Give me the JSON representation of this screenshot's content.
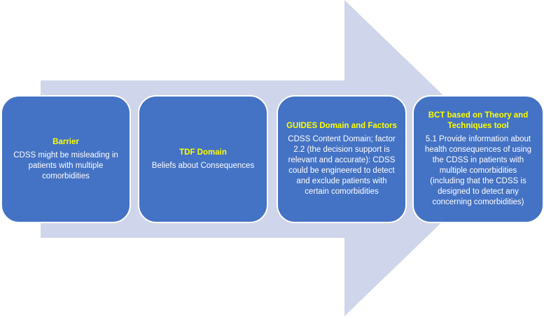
{
  "colors": {
    "arrow": "#cfd5ea",
    "card_fill": "#4472c4",
    "card_border": "#ffffff",
    "title_text": "#ffff00",
    "body_text": "#ffffff"
  },
  "cards": [
    {
      "title": "Barrier",
      "body": "CDSS might be misleading in\npatients with multiple\ncomorbidities"
    },
    {
      "title": "TDF Domain",
      "body": "Beliefs about Consequences"
    },
    {
      "title": "GUIDES Domain and Factors",
      "body": "CDSS Content Domain; factor\n2.2 (the decision support is\nrelevant and accurate): CDSS\ncould be engineered to detect\nand exclude patients with\ncertain comorbidities"
    },
    {
      "title": "BCT based on Theory and\nTechniques tool",
      "body": "5.1 Provide information  about\nhealth consequences of using\nthe CDSS in patients with\nmultiple comorbidities\n(including that the CDSS is\ndesigned to detect any\nconcerning comorbidities)"
    }
  ]
}
